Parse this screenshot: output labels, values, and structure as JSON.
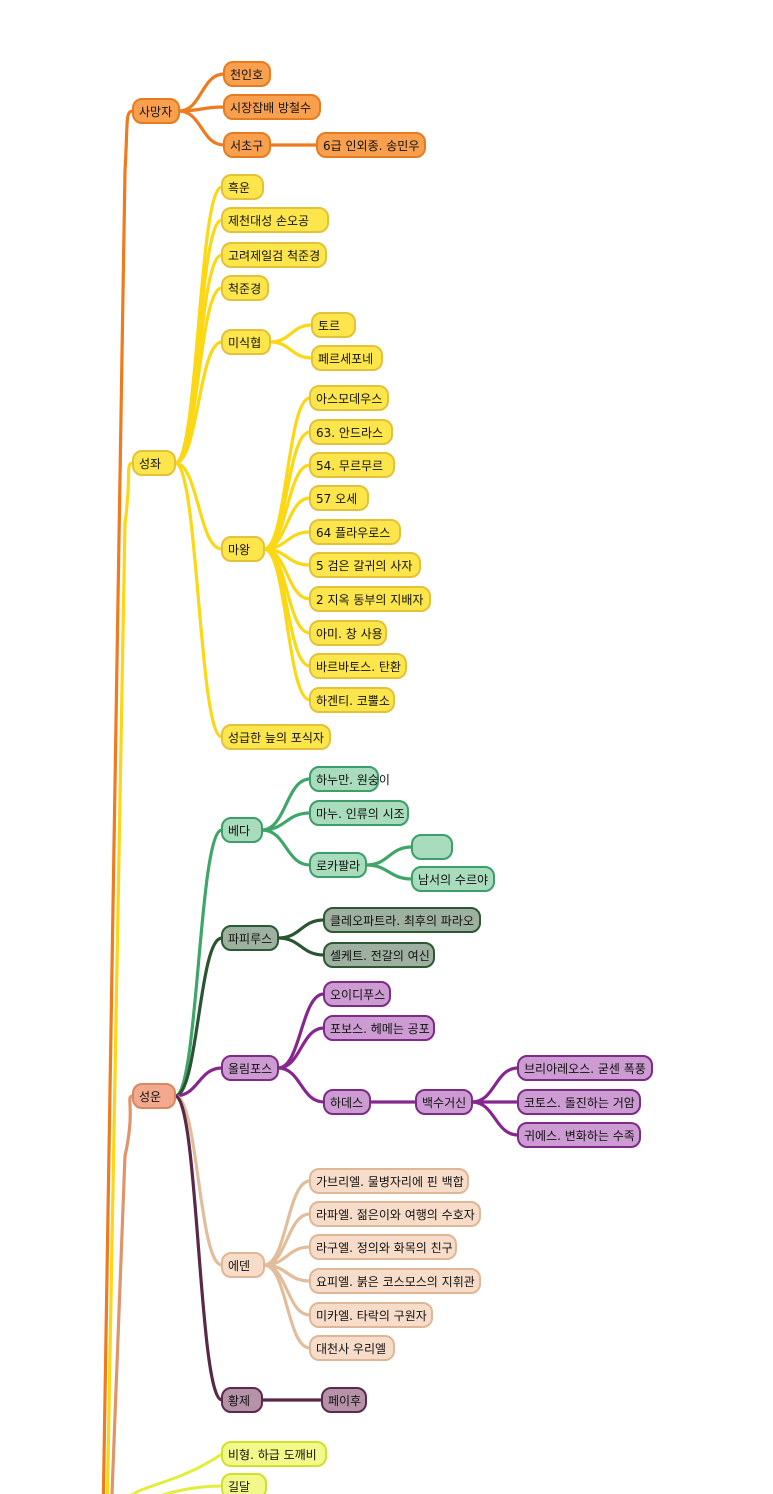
{
  "colors": {
    "orange": {
      "fill": "#f8a04e",
      "stroke": "#e87b1f",
      "line": "#f07a1e"
    },
    "yellow": {
      "fill": "#fde54c",
      "stroke": "#e3c23a",
      "line": "#fbd714"
    },
    "green": {
      "fill": "#a8dcbc",
      "stroke": "#3c9e68",
      "line": "#3fa66a"
    },
    "darkgreen": {
      "fill": "#9eb09f",
      "stroke": "#2c5834",
      "line": "#2a5530"
    },
    "purple": {
      "fill": "#cb9bd1",
      "stroke": "#7d2a88",
      "line": "#86268e"
    },
    "salmon": {
      "fill": "#f2a98e",
      "stroke": "#d8875e",
      "line": "#e0946a"
    },
    "peach": {
      "fill": "#f7ddc9",
      "stroke": "#dfb797",
      "line": "#e2bd9c"
    },
    "plum": {
      "fill": "#b692a8",
      "stroke": "#5a2a4a",
      "line": "#5a2848"
    },
    "lime": {
      "fill": "#f2f88a",
      "stroke": "#d1e02b",
      "line": "#e4ee3a"
    }
  },
  "nodes": {
    "samangja": "사망자",
    "cheoninho": "천인호",
    "sijang": "시장잡배 방철수",
    "seocho": "서초구",
    "grade6": "6급 인외종. 송민우",
    "seongjwa": "성좌",
    "heugun": "흑운",
    "jecheon": "제천대성 손오공",
    "goryeo": "고려제일검 척준경",
    "cheokjun": "척준경",
    "misikhyeop": "미식협",
    "tor": "토르",
    "persephone": "페르세포네",
    "mawang": "마왕",
    "asmodeus": "아스모데우스",
    "andras": "63. 안드라스",
    "murmur": "54. 무르무르",
    "ose": "57 오세",
    "flauros": "64 플라우로스",
    "geomeun": "5 검은 갈귀의 사자",
    "jiok": "2 지옥 동부의 지배자",
    "ami": "아미. 창 사용",
    "barbatos": "바르바토스. 탄환",
    "hagenti": "하겐티. 코뿔소",
    "seonggeup": "성급한 늪의 포식자",
    "seongun": "성운",
    "veda": "베다",
    "hanuman": "하누만. 원숭이",
    "manu": "마누. 인류의 시조",
    "lokapala": "로카팔라",
    "blank": "",
    "namseo": "남서의 수르야",
    "papyrus": "파피루스",
    "cleopatra": "클레오파트라. 최후의 파라오",
    "seket": "셀케트. 전갈의 여신",
    "olympus": "올림포스",
    "oedipus": "오이디푸스",
    "phobos": "포보스. 헤메는 공포",
    "hades": "하데스",
    "baeksu": "백수거신",
    "briareos": "브리아레오스. 굳센 폭풍",
    "kottos": "코토스. 돌진하는 거암",
    "gyges": "귀에스. 변화하는 수족",
    "eden": "에덴",
    "gabriel": "가브리엘. 물병자리에 핀 백합",
    "raphael": "라파엘. 젊은이와 여행의 수호자",
    "raguel": "라구엘. 정의와 화목의 친구",
    "jophiel": "요피엘. 붉은 코스모스의 지휘관",
    "michael": "미카엘. 타락의 구원자",
    "uriel": "대천사 우리엘",
    "hwangje": "황제",
    "peiho": "페이후",
    "bihyeong": "비형. 하급 도깨비",
    "gildal": "길달"
  }
}
